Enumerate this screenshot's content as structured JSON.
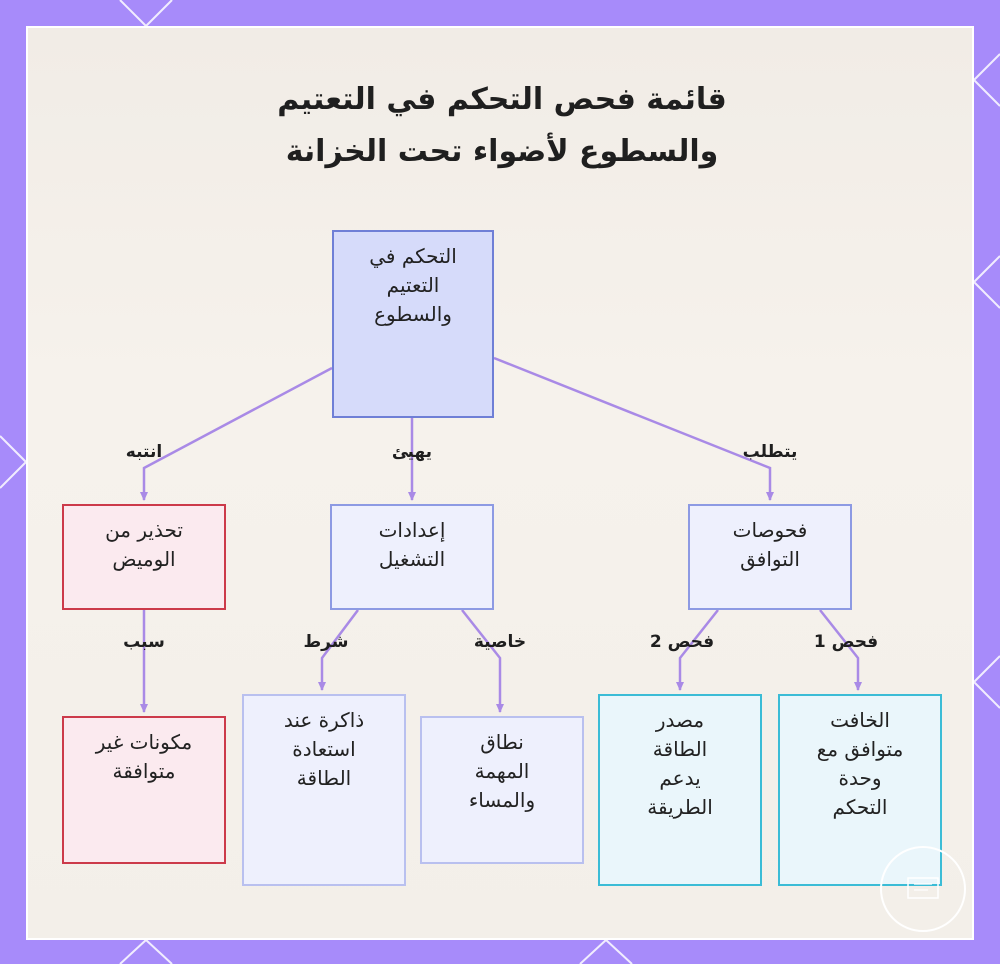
{
  "title": {
    "line1": "قائمة فحص التحكم في التعتيم",
    "line2": "والسطوع لأضواء تحت الخزانة"
  },
  "nodes": {
    "root": "التحكم في\nالتعتيم\nوالسطوع",
    "compat": "فحوصات\nالتوافق",
    "settings": "إعدادات\nالتشغيل",
    "warning": "تحذير من\nالوميض",
    "dimmer": "الخافت\nمتوافق مع\nوحدة\nالتحكم",
    "power": "مصدر\nالطاقة\nيدعم\nالطريقة",
    "range": "نطاق\nالمهمة\nوالمساء",
    "memory": "ذاكرة عند\nاستعادة\nالطاقة",
    "incompatible": "مكونات غير\nمتوافقة"
  },
  "edges": {
    "requires": "يتطلب",
    "prepares": "يهيئ",
    "attention": "انتبه",
    "check1": "فحص 1",
    "check2": "فحص 2",
    "property": "خاصية",
    "condition": "شرط",
    "cause": "سبب"
  },
  "colors": {
    "frame": "#a78bfa",
    "edge": "#a98ae6",
    "root_fill": "#d6dbfa",
    "warning_border": "#cc3a4a",
    "check_border": "#3bbcd6"
  },
  "decor": {
    "stamp_icon": "badge-icon"
  }
}
